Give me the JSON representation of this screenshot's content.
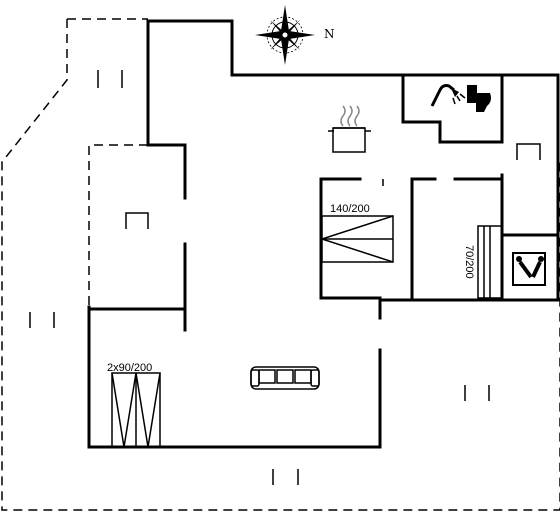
{
  "compass": {
    "label": "N"
  },
  "rooms": {
    "bedroom_double_bed": "140/200",
    "bedroom_single_bed": "70/200",
    "bedroom_twin_beds": "2x90/200"
  },
  "icons": [
    "compass-rose-icon",
    "shower-icon",
    "toilet-icon",
    "cooking-pot-icon",
    "sofa-icon",
    "utility-tools-icon"
  ]
}
